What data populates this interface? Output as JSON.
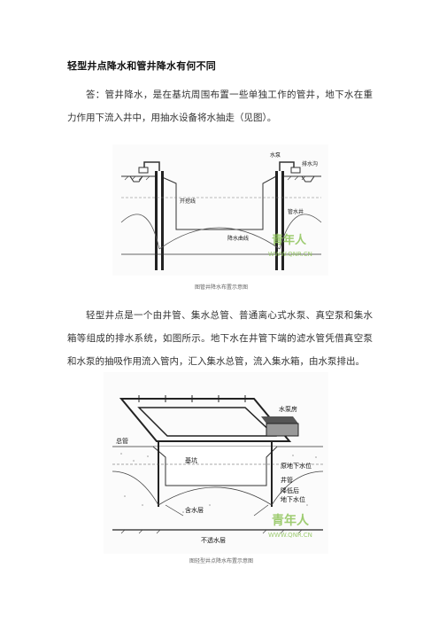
{
  "title": "轻型井点降水和管井降水有何不同",
  "paragraph1": "答：管井降水，是在基坑周围布置一些单独工作的管井，地下水在重力作用下流入井中，用抽水设备将水抽走（见图）。",
  "figure1": {
    "labels": {
      "pump": "水泵",
      "drain": "排水沟",
      "excavation": "开挖线",
      "well": "管水井",
      "drawdown": "降水曲线"
    },
    "watermark": {
      "text": "青年人",
      "url": "WWW.QNR.CN"
    },
    "caption": "图管井降水布置示意图"
  },
  "paragraph2": "轻型井点是一个由井管、集水总管、普通离心式水泵、真空泵和集水箱等组成的排水系统，如图所示。地下水在井管下端的滤水管凭借真空泵和水泵的抽吸作用流入管内，汇入集水总管，流入集水箱，由水泵排出。",
  "figure2": {
    "labels": {
      "pump_room": "水泵房",
      "main_pipe": "总管",
      "original_water": "原地下水位",
      "pit": "基坑",
      "well_pipe": "井管",
      "lowered1": "降低后",
      "lowered2": "地下水位",
      "aquifer": "含水层",
      "impermeable": "不透水层"
    },
    "watermark": {
      "text": "青年人",
      "url": "WWW.QNR.CN"
    },
    "caption": "图轻型井点降水布置示意图"
  }
}
